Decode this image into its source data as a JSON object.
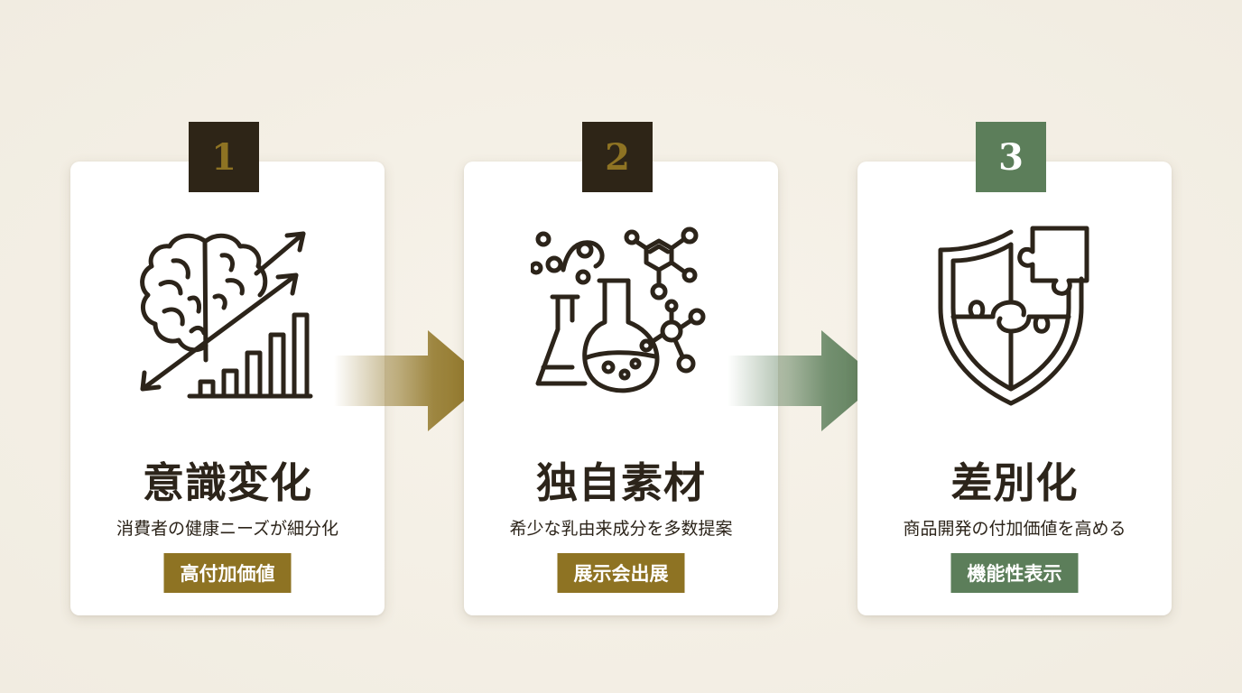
{
  "colors": {
    "gold": "#8e7323",
    "dark_brown": "#2e2517",
    "green": "#5c7e5a",
    "ink": "#2c241a",
    "background": "#f4efe6"
  },
  "steps": [
    {
      "number": "1",
      "title": "意識変化",
      "description": "消費者の健康ニーズが細分化",
      "tag": "高付加価値",
      "icon": "brain-growth-chart-icon"
    },
    {
      "number": "2",
      "title": "独自素材",
      "description": "希少な乳由来成分を多数提案",
      "tag": "展示会出展",
      "icon": "lab-flask-molecule-icon"
    },
    {
      "number": "3",
      "title": "差別化",
      "description": "商品開発の付加価値を高める",
      "tag": "機能性表示",
      "icon": "puzzle-shield-icon"
    }
  ]
}
